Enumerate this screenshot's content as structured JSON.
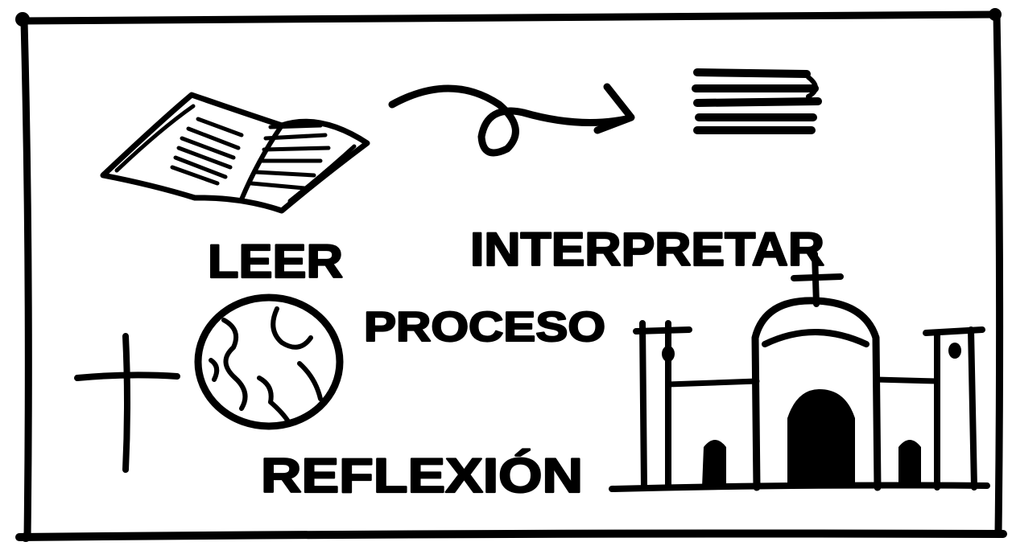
{
  "labels": {
    "read": "LEER",
    "interpret": "INTERPRETAR",
    "process": "PROCESO",
    "reflection": "REFLEXIÓN"
  },
  "icons": [
    "open-book-icon",
    "loop-arrow-icon",
    "text-lines-icon",
    "cross-icon",
    "globe-icon",
    "church-icon"
  ],
  "colors": {
    "ink": "#000000",
    "background": "#ffffff"
  }
}
